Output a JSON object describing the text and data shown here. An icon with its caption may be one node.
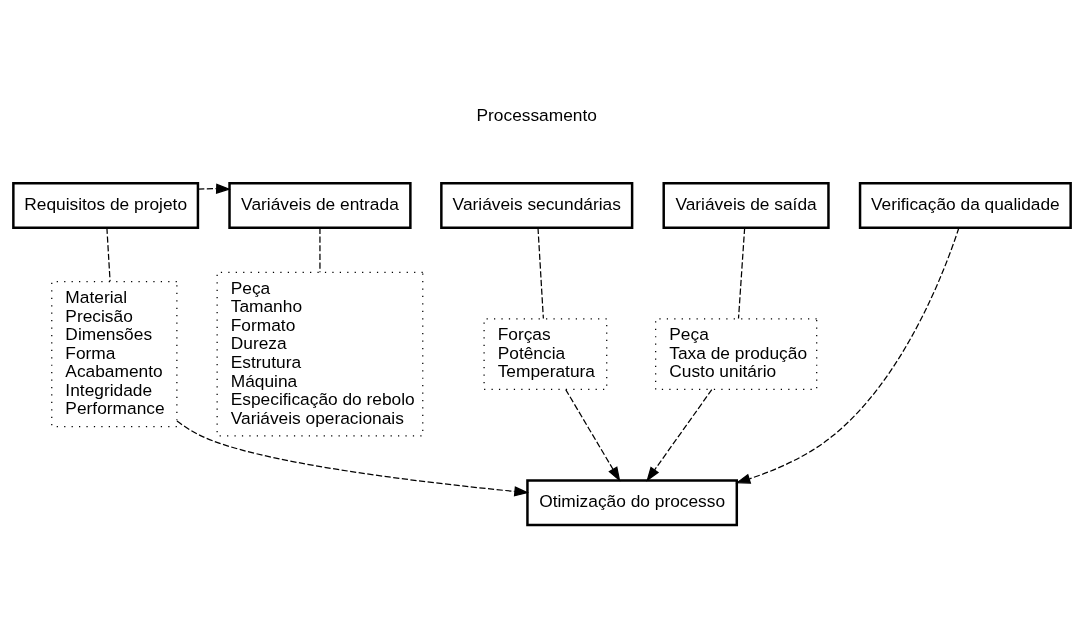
{
  "diagram": {
    "nodes": [
      {
        "text": [
          "Requisitos de projeto"
        ]
      },
      {
        "text": [
          "Variáveis de entrada"
        ]
      },
      {
        "text": [
          "Variáveis secundárias"
        ]
      },
      {
        "text": [
          "Variáveis de saída"
        ]
      },
      {
        "text": [
          "Verificação da qualidade"
        ]
      },
      {
        "text": [
          "Material",
          "Precisão",
          "Dimensões",
          "Forma",
          "Acabamento",
          "Integridade",
          "Performance"
        ]
      },
      {
        "text": [
          "Peça",
          "Tamanho",
          "Formato",
          "Dureza",
          "Estrutura",
          "Máquina",
          "Especificação do rebolo",
          "Variáveis operacionais"
        ]
      },
      {
        "text": [
          "Forças",
          "Potência",
          "Temperatura"
        ]
      },
      {
        "text": [
          "Peça",
          "Taxa de produção",
          "Custo unitário"
        ]
      },
      {
        "text": [
          "Otimização do processo"
        ]
      }
    ],
    "edges": [
      {
        "from": 0,
        "to": 1,
        "arrow": "to",
        "style": "dashed"
      },
      {
        "from": 0,
        "to": 5,
        "arrow": "none",
        "style": "dashed"
      },
      {
        "from": 1,
        "to": 6,
        "arrow": "none",
        "style": "dashed"
      },
      {
        "from": 2,
        "to": 7,
        "arrow": "none",
        "style": "dashed"
      },
      {
        "from": 3,
        "to": 8,
        "arrow": "none",
        "style": "dashed"
      },
      {
        "from": 5,
        "to": 9,
        "arrow": "to",
        "style": "dashed"
      },
      {
        "from": 7,
        "to": 9,
        "arrow": "to",
        "style": "dashed"
      },
      {
        "from": 8,
        "to": 9,
        "arrow": "to",
        "style": "dashed"
      },
      {
        "from": 4,
        "to": 9,
        "arrow": "to",
        "style": "dashed"
      }
    ],
    "labels": [
      "Processamento"
    ]
  }
}
